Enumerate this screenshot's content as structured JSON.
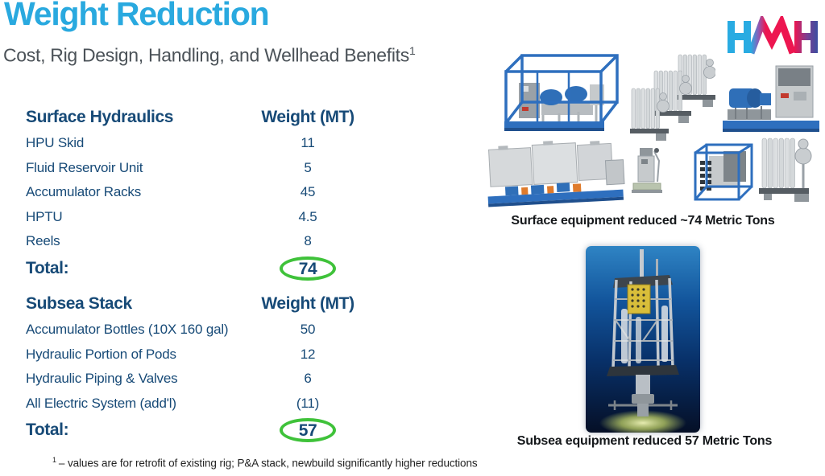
{
  "slide": {
    "title": "Weight Reduction",
    "subtitle": "Cost, Rig Design, Handling, and Wellhead Benefits",
    "subtitle_note_ref": "1"
  },
  "brand": {
    "name": "HMH"
  },
  "tables": [
    {
      "title": "Surface Hydraulics",
      "weight_header": "Weight (MT)",
      "rows": [
        {
          "label": "HPU Skid",
          "value": "11"
        },
        {
          "label": "Fluid Reservoir Unit",
          "value": "5"
        },
        {
          "label": "Accumulator Racks",
          "value": "45"
        },
        {
          "label": "HPTU",
          "value": "4.5"
        },
        {
          "label": "Reels",
          "value": "8"
        }
      ],
      "total_label": "Total:",
      "total_value": "74"
    },
    {
      "title": "Subsea Stack",
      "weight_header": "Weight (MT)",
      "rows": [
        {
          "label": "Accumulator Bottles (10X 160 gal)",
          "value": "50"
        },
        {
          "label": "Hydraulic Portion of Pods",
          "value": "12"
        },
        {
          "label": "Hydraulic Piping & Valves",
          "value": "6"
        },
        {
          "label": "All Electric System (add'l)",
          "value": "(11)"
        }
      ],
      "total_label": "Total:",
      "total_value": "57"
    }
  ],
  "captions": {
    "surface": "Surface equipment reduced ~74 Metric Tons",
    "subsea": "Subsea equipment reduced 57 Metric Tons"
  },
  "footnote": {
    "ref": "1",
    "text": "– values are for retrofit of existing rig; P&A stack, newbuild significantly higher reductions"
  },
  "colors": {
    "title_cyan": "#29A9DF",
    "table_navy": "#174A77",
    "circle_green": "#3FC23A",
    "caption_dark": "#15181B",
    "equipment_blue": "#2E6FBE",
    "logo_cyan": "#29ABE2",
    "logo_red": "#ED1650",
    "logo_blue": "#3B4EA0"
  }
}
